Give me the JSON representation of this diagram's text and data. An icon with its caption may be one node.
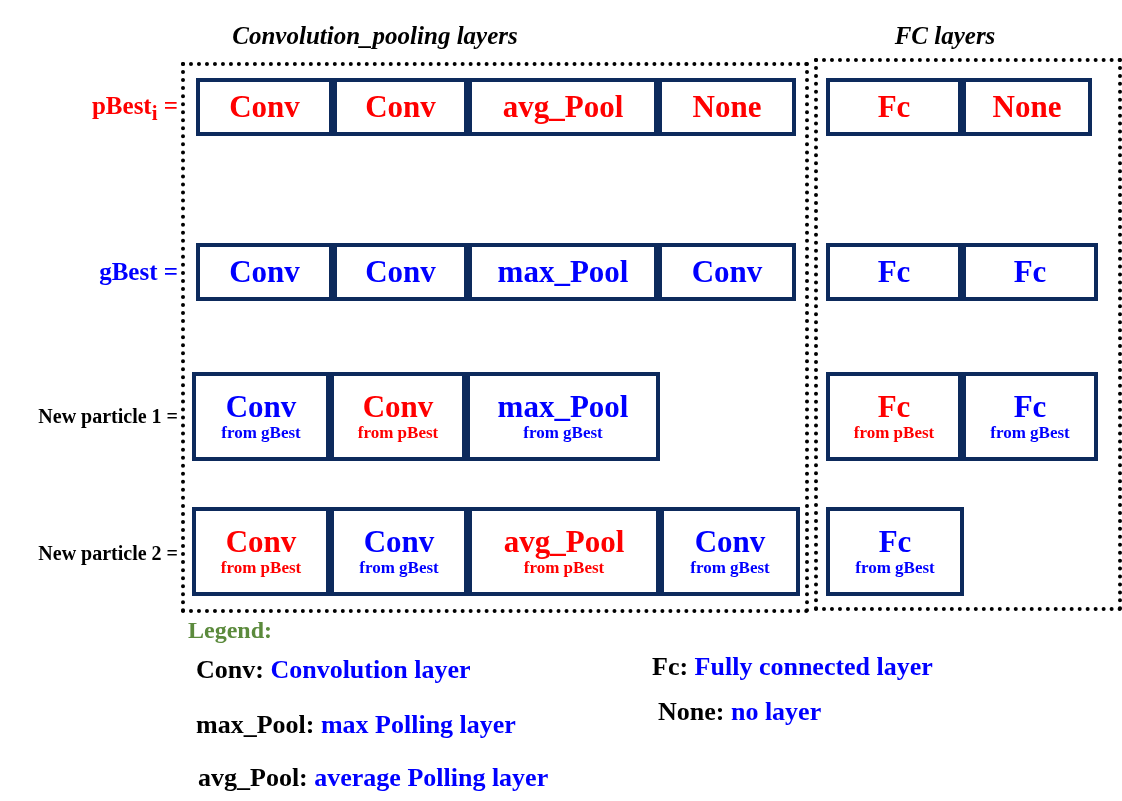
{
  "diagram": {
    "nodes": [
      {
        "text": [
          "Convolution_pooling layers"
        ]
      },
      {
        "text": [
          "FC layers"
        ]
      },
      {
        "text": [
          "Conv"
        ],
        "in": 0
      },
      {
        "text": [
          "Conv"
        ],
        "in": 0
      },
      {
        "text": [
          "avg_Pool"
        ],
        "in": 0
      },
      {
        "text": [
          "None"
        ],
        "in": 0
      },
      {
        "text": [
          "Fc"
        ],
        "in": 1
      },
      {
        "text": [
          "None"
        ],
        "in": 1
      },
      {
        "text": [
          "Conv"
        ],
        "in": 0
      },
      {
        "text": [
          "Conv"
        ],
        "in": 0
      },
      {
        "text": [
          "max_Pool"
        ],
        "in": 0
      },
      {
        "text": [
          "Conv"
        ],
        "in": 0
      },
      {
        "text": [
          "Fc"
        ],
        "in": 1
      },
      {
        "text": [
          "Fc"
        ],
        "in": 1
      },
      {
        "text": [
          "Conv",
          "from gBest"
        ],
        "in": 0
      },
      {
        "text": [
          "Conv",
          "from pBest"
        ],
        "in": 0
      },
      {
        "text": [
          "max_Pool",
          "from gBest"
        ],
        "in": 0
      },
      {
        "text": [
          "Fc",
          "from pBest"
        ],
        "in": 1
      },
      {
        "text": [
          "Fc",
          "from gBest"
        ],
        "in": 1
      },
      {
        "text": [
          "Conv",
          "from pBest"
        ],
        "in": 0
      },
      {
        "text": [
          "Conv",
          "from gBest"
        ],
        "in": 0
      },
      {
        "text": [
          "avg_Pool",
          "from pBest"
        ],
        "in": 0
      },
      {
        "text": [
          "Conv",
          "from gBest"
        ],
        "in": 0
      },
      {
        "text": [
          "Fc",
          "from gBest"
        ],
        "in": 1
      }
    ],
    "labels": [
      "pBest$_{i}$ =",
      "gBest =",
      "New particle 1 =",
      "New particle 2 =",
      "Legend:",
      "Conv: Convolution layer",
      "Fc: Fully connected layer",
      "None: no layer",
      "max_Pool: max Polling layer",
      "avg_Pool: average Polling layer"
    ]
  }
}
